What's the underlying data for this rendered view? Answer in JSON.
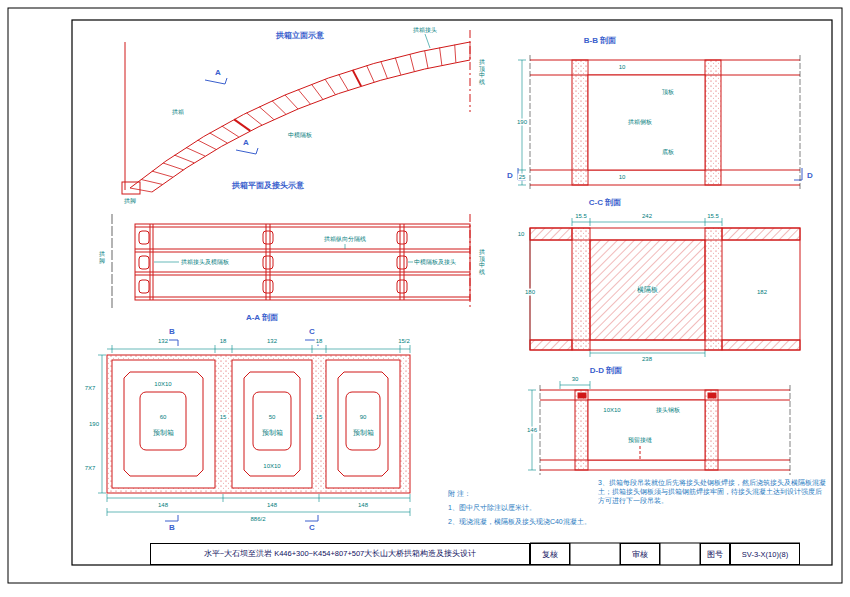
{
  "diagram": {
    "nodes": [
      {
        "text": [
          "水平~大石坝至洪岩 K446+300~K454+807+507大长山大桥拱箱构造及接头设计"
        ]
      },
      {
        "text": [
          "复核"
        ]
      },
      {
        "text": [
          "审核"
        ]
      },
      {
        "text": [
          "图号"
        ]
      },
      {
        "text": [
          "SV-3-X(10)(8)"
        ]
      }
    ],
    "labels": [
      "拱箱立面示意",
      "拱箱接头",
      "拱顶中线",
      "A",
      "A",
      "拱箱",
      "中横隔板",
      "拱脚",
      "拱箱平面及接头示意",
      "拱脚",
      "拱顶中线",
      "拱箱接头及横隔板",
      "拱箱纵向分隔线",
      "中横隔板及接头",
      "A-A 剖面",
      "B",
      "C",
      "132",
      "18",
      "132",
      "18",
      "15/2",
      "7X7",
      "7X7",
      "190",
      "10X10",
      "60",
      "15",
      "15",
      "50",
      "预制箱",
      "预制箱",
      "预制箱",
      "90",
      "10X10",
      "148",
      "148",
      "148",
      "886/2",
      "B",
      "C",
      "B-B 剖面",
      "10",
      "10",
      "190",
      "25",
      "顶板",
      "拱箱侧板",
      "底板",
      "D",
      "D",
      "C-C 剖面",
      "242",
      "15.5",
      "15.5",
      "10",
      "180",
      "182",
      "238",
      "横隔板",
      "D-D 剖面",
      "30",
      "10X10",
      "接头钢板",
      "146",
      "预留接缝",
      "附 注：",
      "1、图中尺寸除注以厘米计。",
      "2、现浇混凝，横隔板及接头现浇C40混凝土。",
      "3、拱箱每段吊装就位后先将接头处钢板焊接，然后浇筑接头及横隔板混凝土；拱箱接头钢板须与拱箱钢筋焊接牢固，待接头混凝土达到设计强度后方可进行下一段吊装。"
    ]
  }
}
